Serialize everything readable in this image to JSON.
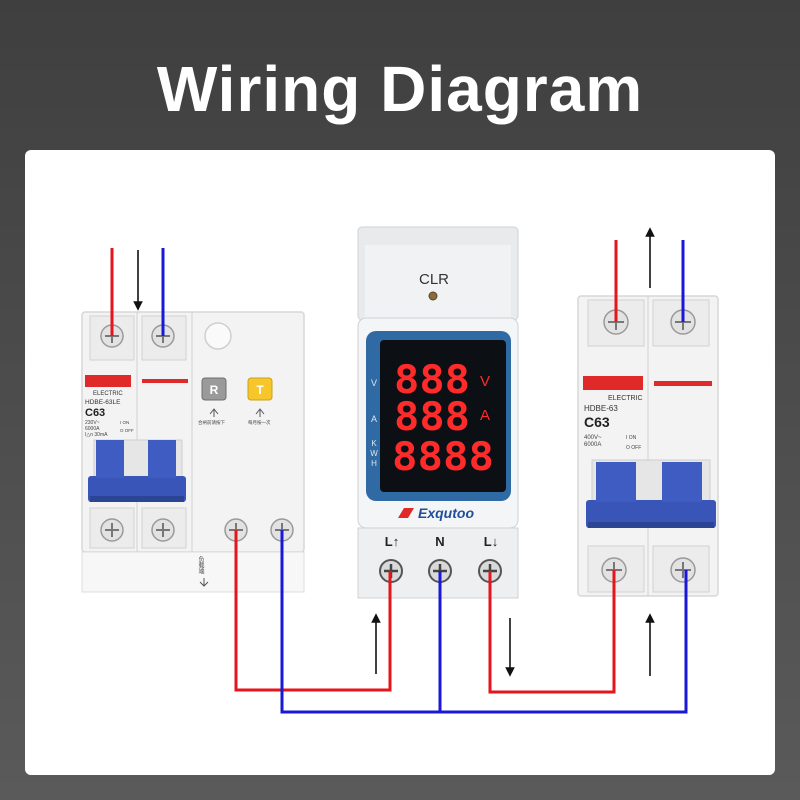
{
  "title": "Wiring Diagram",
  "colors": {
    "live_wire": "#e3161c",
    "neutral_wire": "#1a18d6",
    "display_red": "#ff2a2a",
    "handle_blue": "#3a55b8",
    "brand_red": "#e02a2a"
  },
  "left_breaker": {
    "brand_label": "ELECTRIC",
    "model": "HDBE-63LE",
    "rating": "C63",
    "spec_line1": "230V~",
    "spec_line2": "6000A",
    "spec_line3": "I△n 30mA",
    "on_label": "I ON",
    "off_label": "O OFF",
    "test_button": "R",
    "reset_button": "T",
    "note_left": "合闸前请按下",
    "note_right": "每月按一次",
    "load_side": "负载端"
  },
  "meter": {
    "clr_label": "CLR",
    "row1_digits": "888",
    "row1_unit": "V",
    "row2_digits": "888",
    "row2_unit": "A",
    "row3_digits": "8888",
    "side_v": "V",
    "side_a": "A",
    "side_k": "K",
    "side_w": "W",
    "side_h": "H",
    "brand": "Exqutoo",
    "terminal_l_in": "L↑",
    "terminal_n": "N",
    "terminal_l_out": "L↓"
  },
  "right_breaker": {
    "brand_label": "ELECTRIC",
    "model": "HDBE-63",
    "rating": "C63",
    "spec_line1": "400V~",
    "spec_line2": "6000A",
    "on_label": "I ON",
    "off_label": "O OFF"
  }
}
